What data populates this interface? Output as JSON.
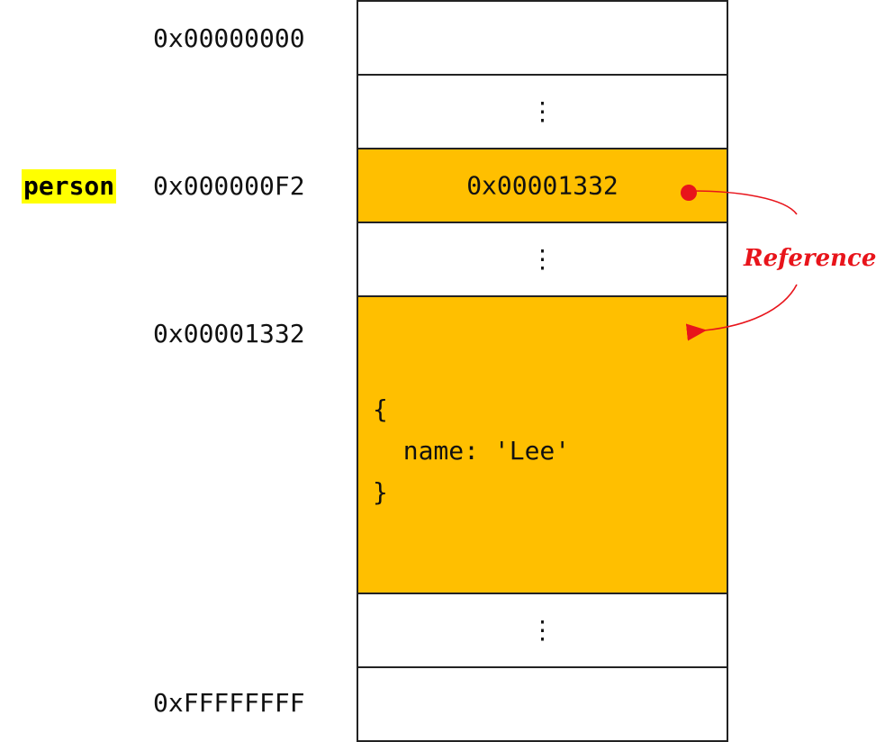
{
  "variable": {
    "name": "person"
  },
  "addresses": {
    "start": "0x00000000",
    "person_addr": "0x000000F2",
    "object_addr": "0x00001332",
    "end": "0xFFFFFFFF"
  },
  "memory": {
    "ellipsis": "⋮",
    "person_value": "0x00001332",
    "object_literal": "{\n  name: 'Lee'\n}"
  },
  "reference_label": "Reference",
  "colors": {
    "highlight_cell": "#ffbf00",
    "variable_highlight": "#ffff00",
    "reference_arrow": "#e8141b"
  }
}
